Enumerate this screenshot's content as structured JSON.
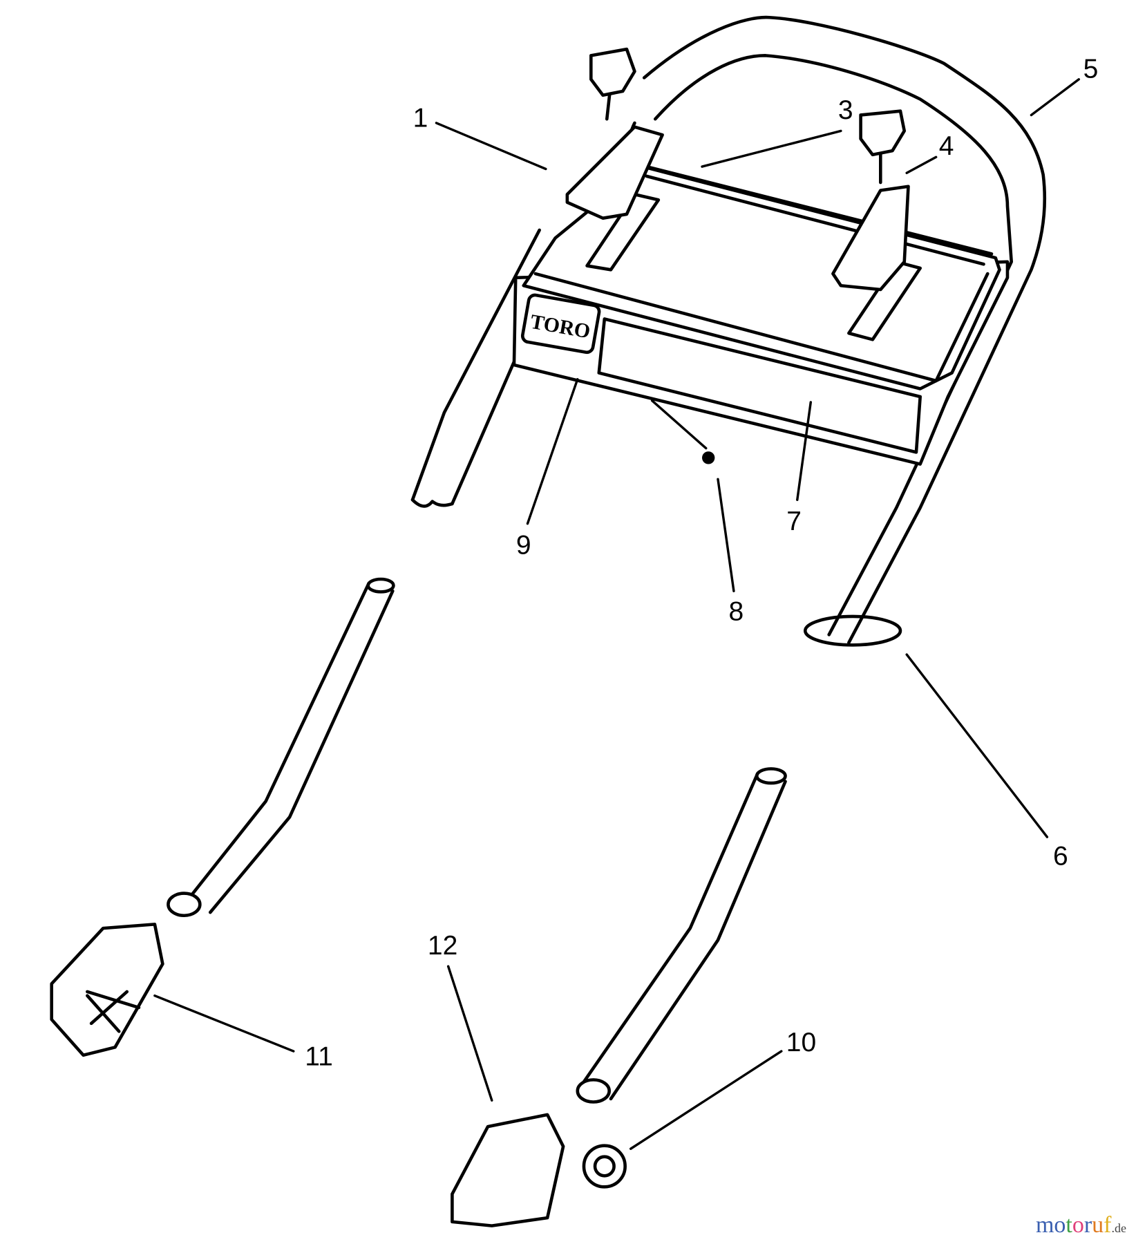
{
  "diagram": {
    "brand_logo": "TORO",
    "callouts": [
      {
        "label": "1",
        "part": "lever-left"
      },
      {
        "label": "3",
        "part": "control-panel"
      },
      {
        "label": "4",
        "part": "lever-right"
      },
      {
        "label": "5",
        "part": "upper-handle"
      },
      {
        "label": "6",
        "part": "clip"
      },
      {
        "label": "7",
        "part": "decal"
      },
      {
        "label": "8",
        "part": "screw"
      },
      {
        "label": "9",
        "part": "panel-housing"
      },
      {
        "label": "10",
        "part": "knob"
      },
      {
        "label": "11",
        "part": "bracket-left"
      },
      {
        "label": "12",
        "part": "bracket-right"
      }
    ]
  },
  "watermark": {
    "text": "motoruf",
    "suffix": ".de",
    "colors": [
      "#3a5fb0",
      "#3a5fb0",
      "#3fa046",
      "#e0407a",
      "#3a5fb0",
      "#e07a20",
      "#e0b020"
    ]
  }
}
